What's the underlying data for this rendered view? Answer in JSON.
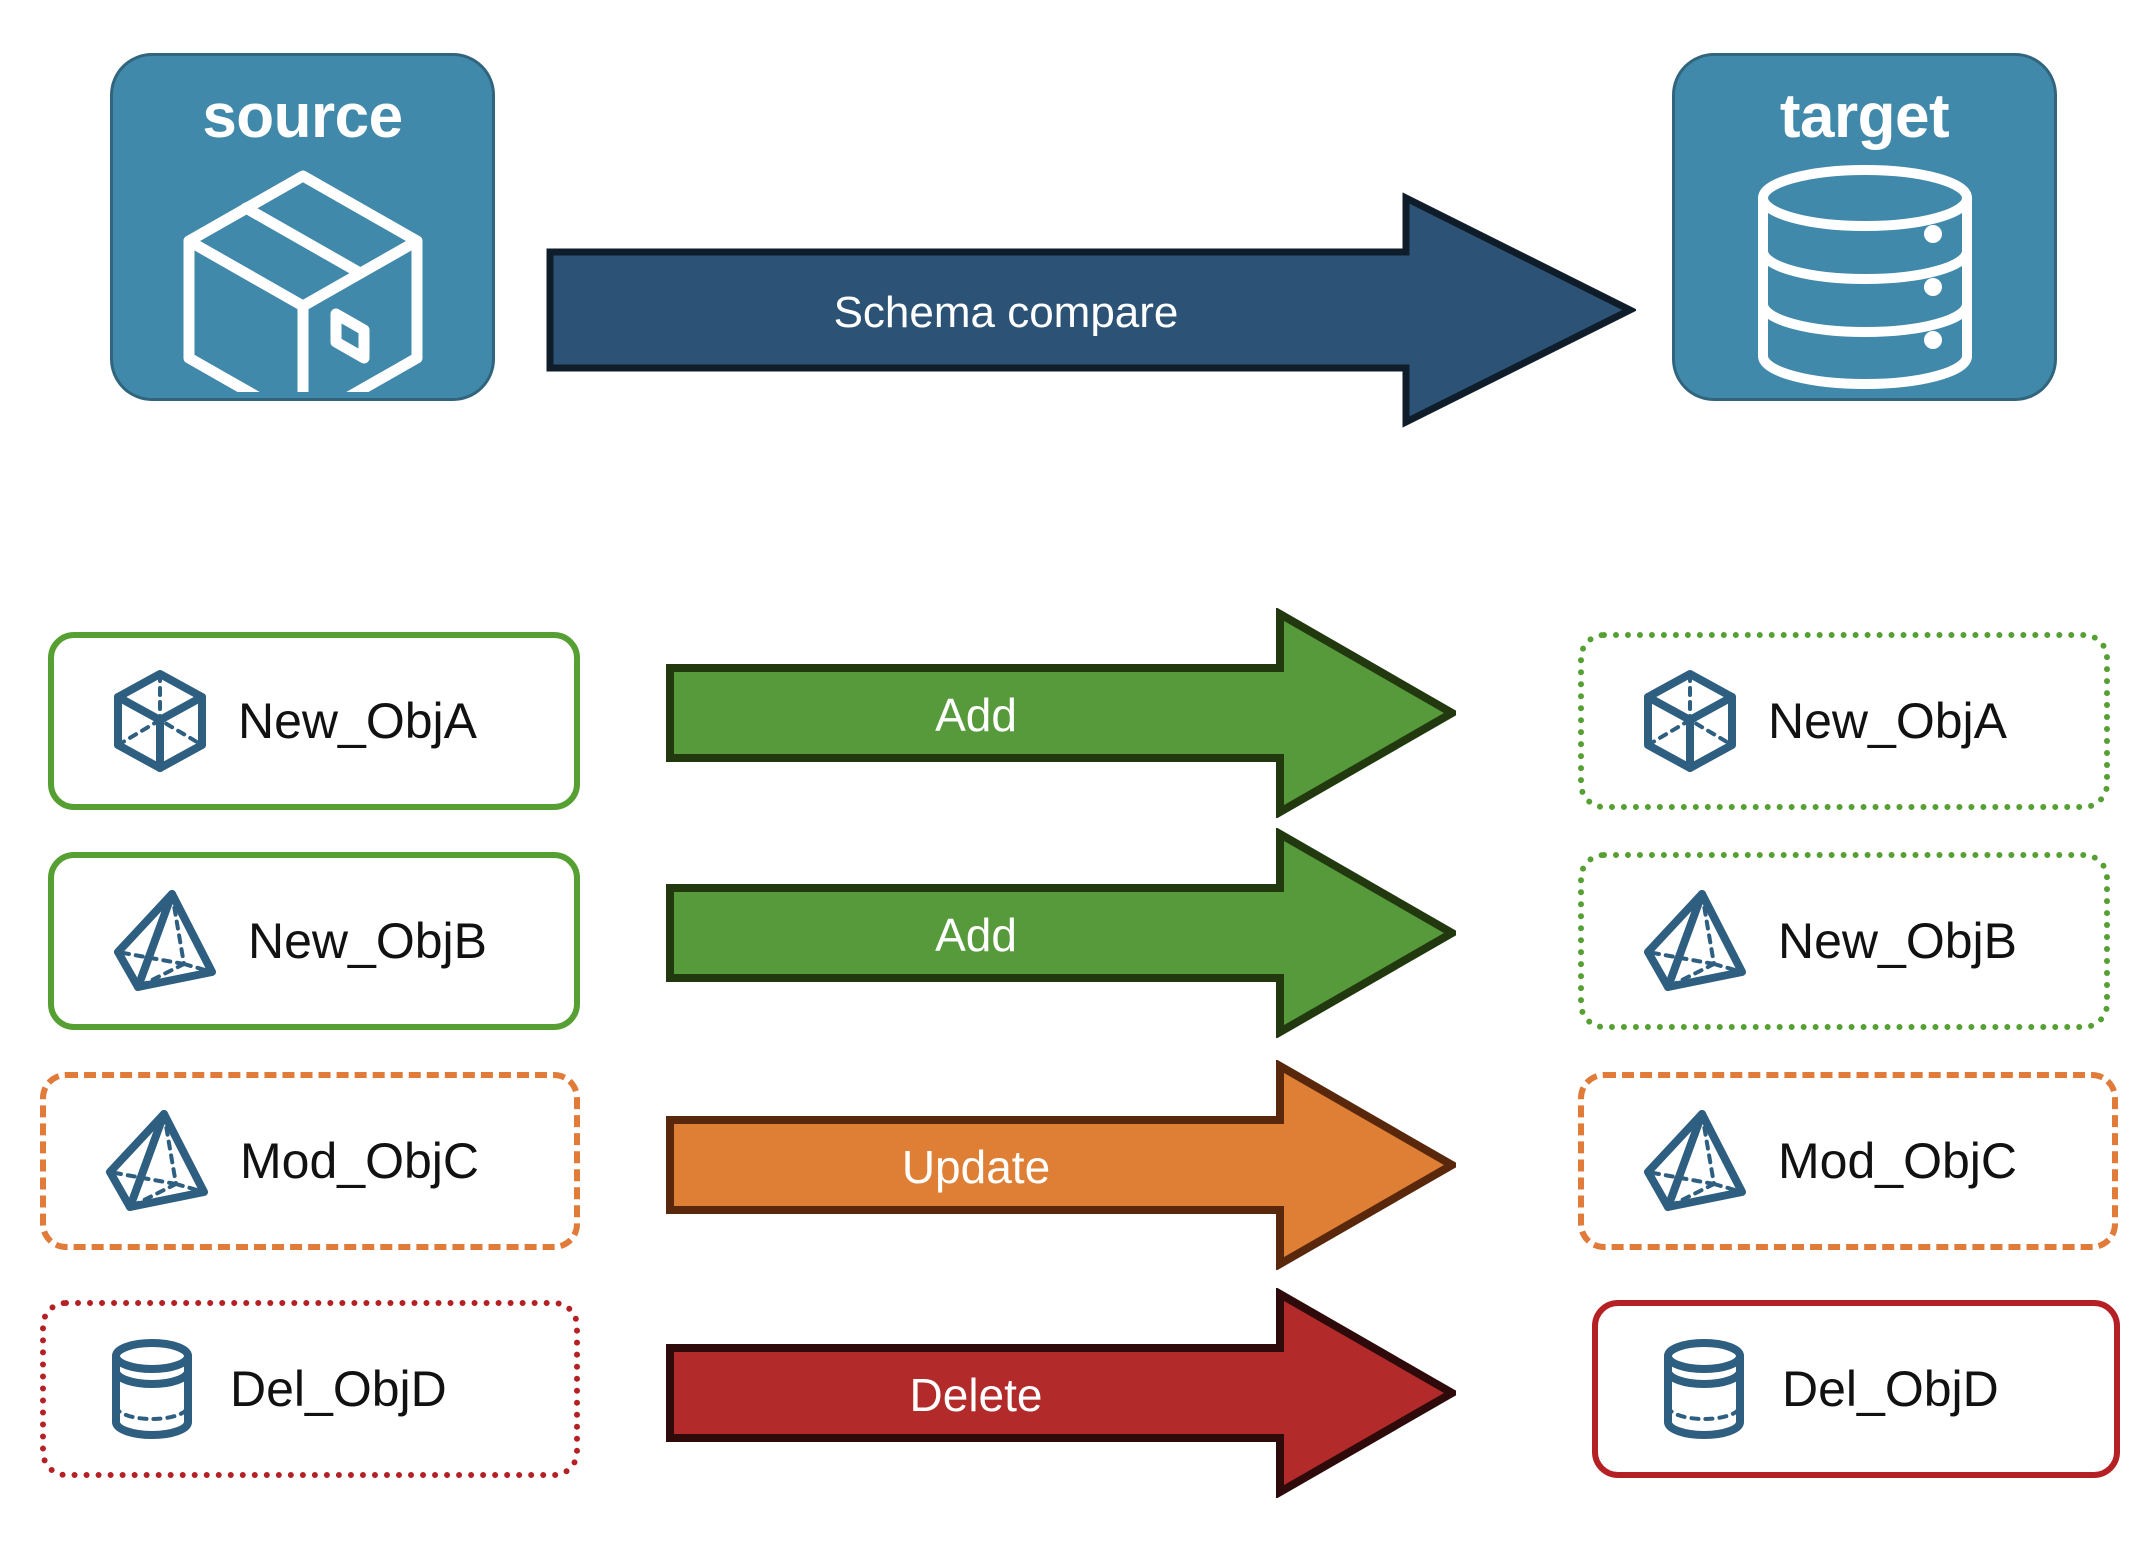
{
  "diagram": {
    "title_source": "source",
    "title_target": "target",
    "compare_arrow_label": "Schema compare",
    "colors": {
      "endpoint_fill": "#4189AB",
      "endpoint_border": "#31657E",
      "compare_arrow_fill": "#2C5375",
      "compare_arrow_border": "#0F1D2B",
      "add_fill": "#569A3B",
      "add_border": "#22390F",
      "update_fill": "#DE7F35",
      "update_border": "#59280C",
      "delete_fill": "#B22A2A",
      "delete_border": "#2E0A0A",
      "object_icon": "#2E5E80",
      "green": "#56A033",
      "orange": "#E07B39",
      "red": "#B52025",
      "text": "#111111",
      "white": "#FFFFFF"
    },
    "icons": {
      "source": "package-box-icon",
      "target": "database-cylinder-icon"
    }
  },
  "rows": [
    {
      "action": "Add",
      "action_color_key": "add",
      "source": {
        "label": "New_ObjA",
        "icon": "wireframe-cube-icon",
        "border_style": "solid",
        "border_color": "#56A033"
      },
      "target": {
        "label": "New_ObjA",
        "icon": "wireframe-cube-icon",
        "border_style": "dotted",
        "border_color": "#56A033"
      }
    },
    {
      "action": "Add",
      "action_color_key": "add",
      "source": {
        "label": "New_ObjB",
        "icon": "wireframe-pyramid-icon",
        "border_style": "solid",
        "border_color": "#56A033"
      },
      "target": {
        "label": "New_ObjB",
        "icon": "wireframe-pyramid-icon",
        "border_style": "dotted",
        "border_color": "#56A033"
      }
    },
    {
      "action": "Update",
      "action_color_key": "update",
      "source": {
        "label": "Mod_ObjC",
        "icon": "wireframe-pyramid-icon",
        "border_style": "dashed",
        "border_color": "#E07B39"
      },
      "target": {
        "label": "Mod_ObjC",
        "icon": "wireframe-pyramid-icon",
        "border_style": "dashed",
        "border_color": "#E07B39"
      }
    },
    {
      "action": "Delete",
      "action_color_key": "delete",
      "source": {
        "label": "Del_ObjD",
        "icon": "wireframe-cylinder-icon",
        "border_style": "dotted",
        "border_color": "#B52025"
      },
      "target": {
        "label": "Del_ObjD",
        "icon": "wireframe-cylinder-icon",
        "border_style": "solid",
        "border_color": "#B52025"
      }
    }
  ]
}
